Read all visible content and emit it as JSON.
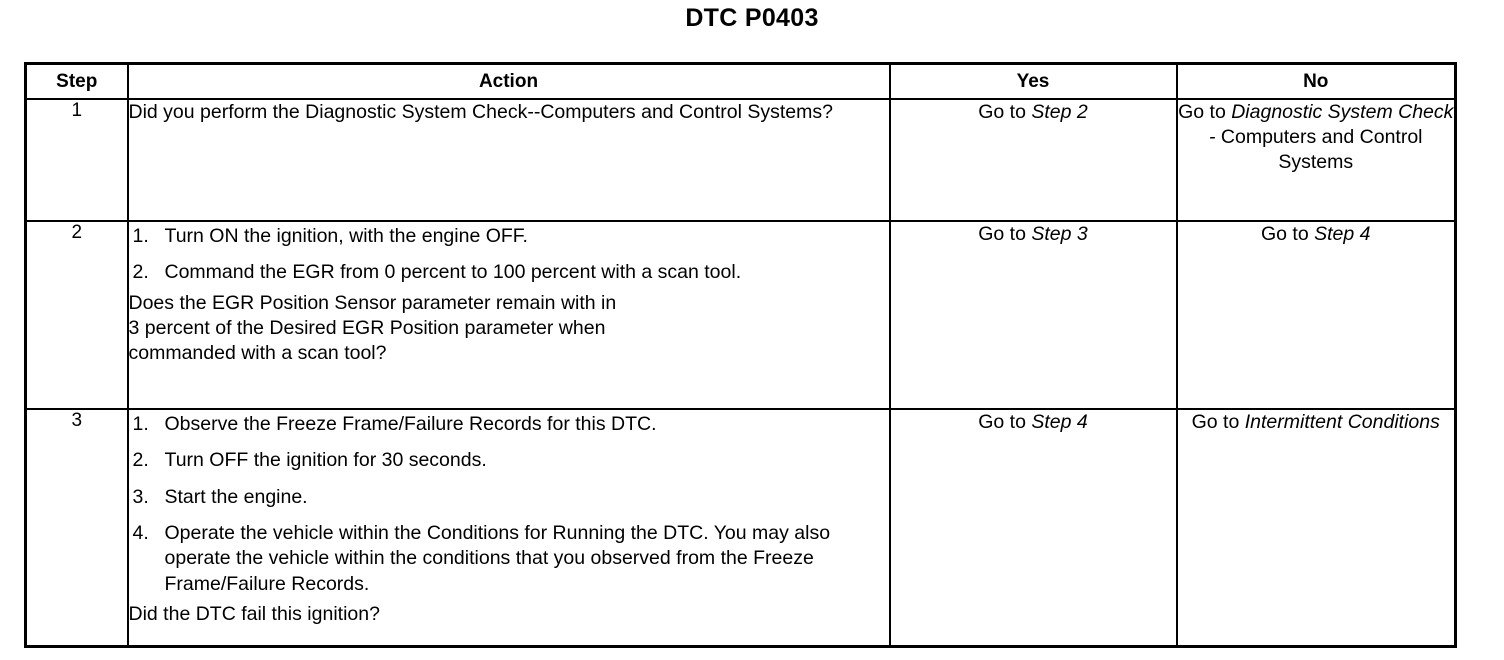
{
  "document": {
    "title": "DTC P0403"
  },
  "table": {
    "headers": {
      "step": "Step",
      "action": "Action",
      "yes": "Yes",
      "no": "No"
    },
    "rows": [
      {
        "step": "1",
        "action": {
          "question_pre": "Did you perform the Diagnostic System Check--Computers and Control Systems?"
        },
        "yes": {
          "prefix": "Go to ",
          "italic": "Step 2",
          "suffix": ""
        },
        "no": {
          "prefix": "Go to ",
          "italic": "Diagnostic System Check -",
          "suffix": " Computers and Control Systems"
        }
      },
      {
        "step": "2",
        "action": {
          "steps": [
            {
              "num": "1.",
              "text": "Turn ON the ignition, with the engine OFF."
            },
            {
              "num": "2.",
              "text": "Command the EGR from 0 percent to 100 percent with a scan tool."
            }
          ],
          "question_line1": "Does the EGR Position Sensor parameter remain with in",
          "question_line2": "3 percent of the Desired EGR Position parameter when",
          "question_line3": "commanded with a scan tool?"
        },
        "yes": {
          "prefix": "Go to ",
          "italic": "Step 3",
          "suffix": ""
        },
        "no": {
          "prefix": "Go to ",
          "italic": "Step 4",
          "suffix": ""
        }
      },
      {
        "step": "3",
        "action": {
          "steps": [
            {
              "num": "1.",
              "text": "Observe the Freeze Frame/Failure Records for this DTC."
            },
            {
              "num": "2.",
              "text": "Turn OFF the ignition for 30 seconds."
            },
            {
              "num": "3.",
              "text": "Start the engine."
            },
            {
              "num": "4.",
              "text": "Operate the vehicle within the Conditions for Running the DTC. You may also operate the vehicle within the conditions that you observed from the Freeze Frame/Failure Records."
            }
          ],
          "question_line1": "Did the DTC fail this ignition?"
        },
        "yes": {
          "prefix": "Go to ",
          "italic": "Step 4",
          "suffix": ""
        },
        "no": {
          "prefix": "Go to ",
          "italic": "Intermittent Conditions",
          "suffix": ""
        }
      }
    ]
  }
}
